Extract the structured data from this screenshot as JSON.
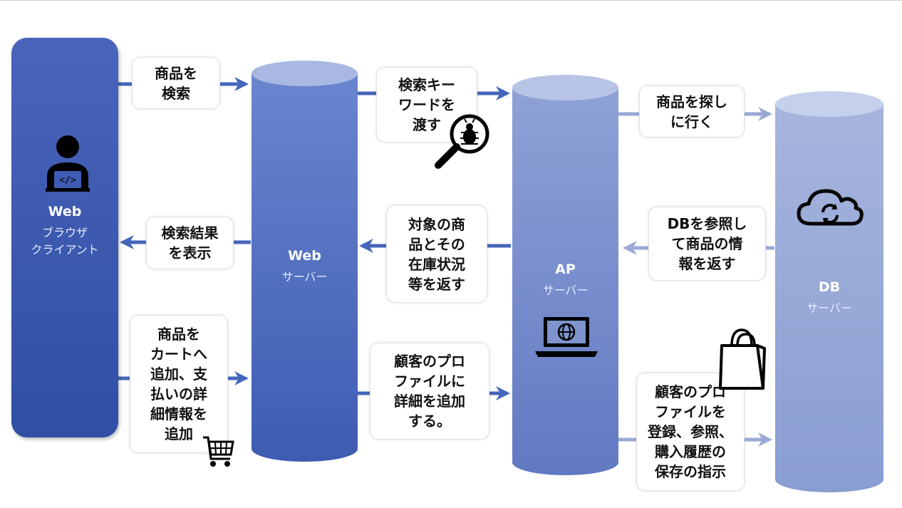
{
  "nodes": {
    "client": {
      "title": "Web",
      "subtitle": "ブラウザ\nクライアント"
    },
    "web": {
      "title": "Web",
      "subtitle": "サーバー"
    },
    "ap": {
      "title": "AP",
      "subtitle": "サーバー"
    },
    "db": {
      "title": "DB",
      "subtitle": "サーバー"
    }
  },
  "labels": {
    "search_product": "商品を\n検索",
    "pass_keyword": "検索キー\nワードを\n渡す",
    "find_product": "商品を探し\nに行く",
    "show_results": "検索結果\nを表示",
    "return_stock": "対象の商\n品とその\n在庫状況\n等を返す",
    "return_db": "DBを参照し\nて商品の情\n報を返す",
    "add_cart": "商品を\nカートへ\n追加、支\n払いの詳\n細情報を\n追加",
    "add_profile": "顧客のプロ\nファイルに\n詳細を追加\nする。",
    "save_instruction": "顧客のプロ\nファイルを\n登録、参照、\n購入履歴の\n保存の指示"
  },
  "icons": [
    "developer-user-icon",
    "bug-search-icon",
    "laptop-globe-icon",
    "cloud-sync-icon",
    "shopping-bag-icon",
    "shopping-cart-icon"
  ],
  "colors": {
    "arrow_dark": "#4466bb",
    "arrow_light": "#9aa9d6",
    "client": "#3c58b0",
    "web": "#5070c4",
    "ap": "#7e93cc",
    "db": "#9eafd9"
  }
}
